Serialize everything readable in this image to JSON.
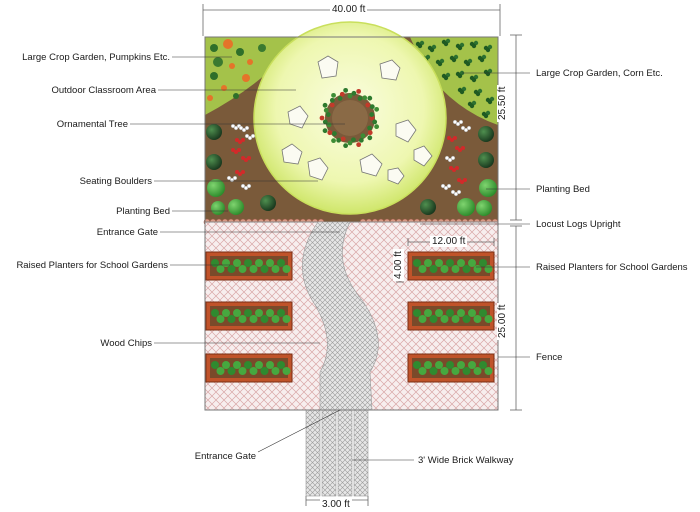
{
  "dimensions": {
    "total_width": "40.00 ft",
    "top_height": "25.50 ft",
    "bottom_height": "25.00 ft",
    "planter_length": "12.00 ft",
    "planter_width": "4.00 ft",
    "walkway_width": "3.00 ft"
  },
  "labels_left": [
    "Large Crop Garden, Pumpkins Etc.",
    "Outdoor Classroom Area",
    "Ornamental Tree",
    "Seating Boulders",
    "Planting Bed",
    "Entrance Gate",
    "Raised Planters for School Gardens",
    "Wood Chips",
    "Entrance Gate"
  ],
  "labels_right": [
    "Large Crop Garden, Corn Etc.",
    "Planting Bed",
    "Locust Logs Upright",
    "Raised Planters for School Gardens",
    "Fence",
    "3' Wide Brick Walkway"
  ],
  "colors": {
    "soil": "#7a5a3a",
    "crop_green": "#a4c24a",
    "circle_light": "#f4f9c8",
    "circle_edge": "#d7eb72",
    "planter_frame": "#c0532a",
    "planter_plants": "#3f9c3a",
    "shrub_dark": "#1e3f24",
    "chips_bg": "#f7eeee",
    "chips_line": "#d9a7a7",
    "walkway": "#d8d8d8"
  }
}
